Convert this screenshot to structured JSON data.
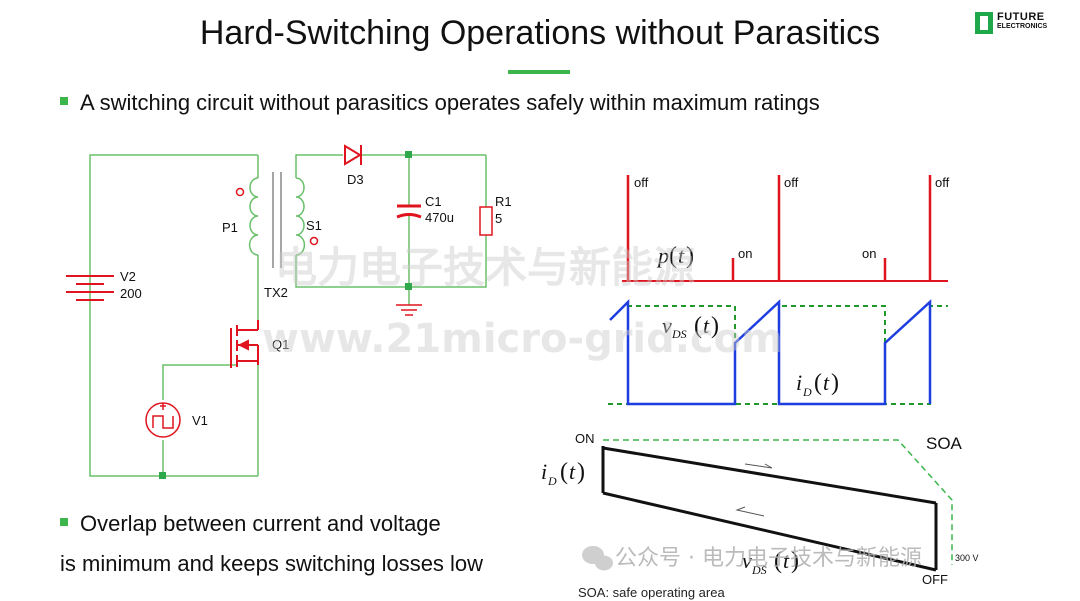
{
  "title": "Hard-Switching Operations without Parasitics",
  "logo": {
    "line1": "FUTURE",
    "line2": "ELECTRONICS"
  },
  "bullets": [
    "A switching circuit without parasitics operates safely within maximum ratings",
    "Overlap between current and voltage"
  ],
  "bullet2_line2": "is minimum and keeps switching losses low",
  "circuit": {
    "v2_name": "V2",
    "v2_value": "200",
    "p1": "P1",
    "s1": "S1",
    "tx2": "TX2",
    "d3": "D3",
    "c1_name": "C1",
    "c1_value": "470u",
    "r1_name": "R1",
    "r1_value": "5",
    "q1": "Q1",
    "v1": "V1"
  },
  "waveforms": {
    "off_labels": [
      "off",
      "off",
      "off"
    ],
    "on_labels": [
      "on",
      "on"
    ],
    "p_label": "p",
    "vds_label": "v",
    "vds_sub": "DS",
    "id_label": "i",
    "id_sub": "D",
    "t": "t"
  },
  "soa": {
    "on": "ON",
    "off": "OFF",
    "soa": "SOA",
    "voltage": "300 V",
    "caption": "SOA: safe operating area"
  },
  "watermarks": [
    "电力电子技术与新能源",
    "www.21micro-grid.com",
    "公众号 · 电力电子技术与新能源"
  ],
  "colors": {
    "accent": "#3cb54a",
    "red": "#e0141e",
    "blue": "#1f3ee0",
    "dashed_green": "#1f9a2a",
    "wire": "#6abf6a"
  }
}
